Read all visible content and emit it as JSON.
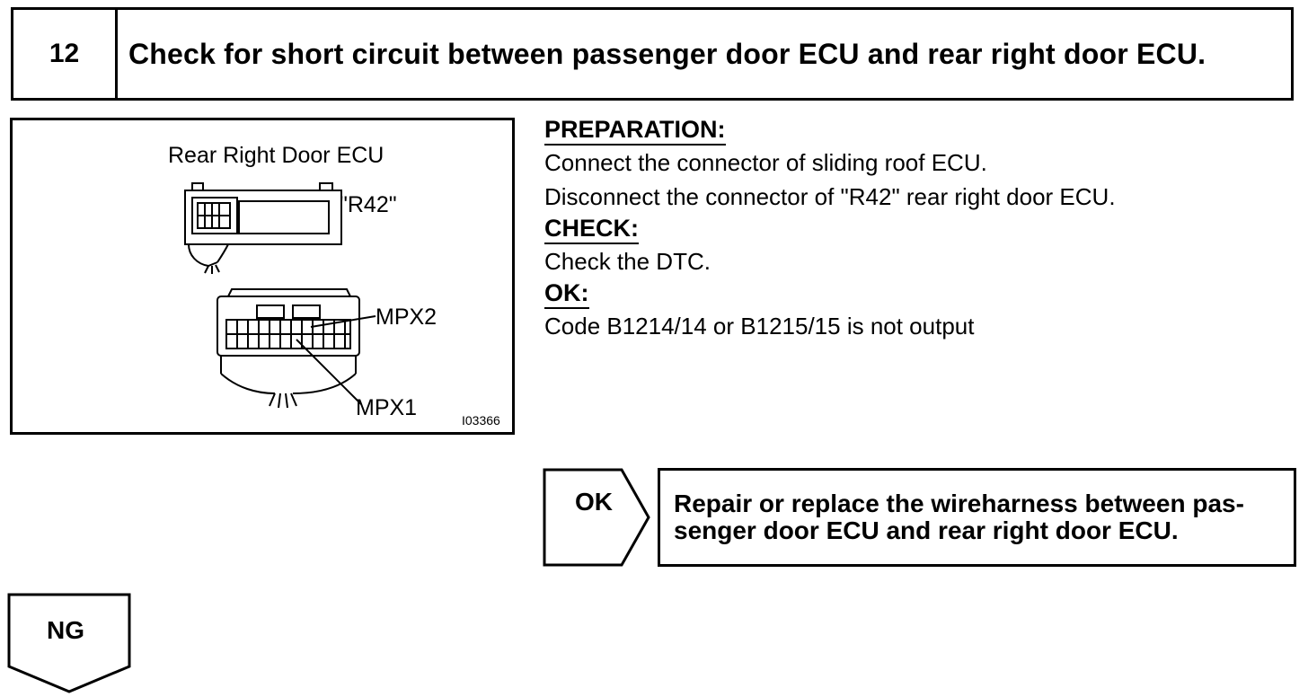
{
  "step": {
    "number": "12",
    "title": "Check for short circuit between passenger door ECU and rear right door ECU."
  },
  "figure": {
    "ecu_label": "Rear Right Door ECU",
    "connector_code": "\"R42\"",
    "pin_mpx2": "MPX2",
    "pin_mpx1": "MPX1",
    "figure_id": "I03366"
  },
  "instructions": {
    "preparation_heading": "PREPARATION:",
    "preparation_lines": [
      "Connect the connector of sliding roof ECU.",
      "Disconnect the connector of \"R42\" rear right door ECU."
    ],
    "check_heading": "CHECK:",
    "check_lines": [
      "Check the DTC."
    ],
    "ok_heading": "OK:",
    "ok_lines": [
      "Code B1214/14 or B1215/15 is not output"
    ]
  },
  "results": {
    "ok_label": "OK",
    "ok_action_line1": "Repair or replace the wireharness between pas-",
    "ok_action_line2": "senger door ECU and rear right door ECU.",
    "ng_label": "NG"
  }
}
